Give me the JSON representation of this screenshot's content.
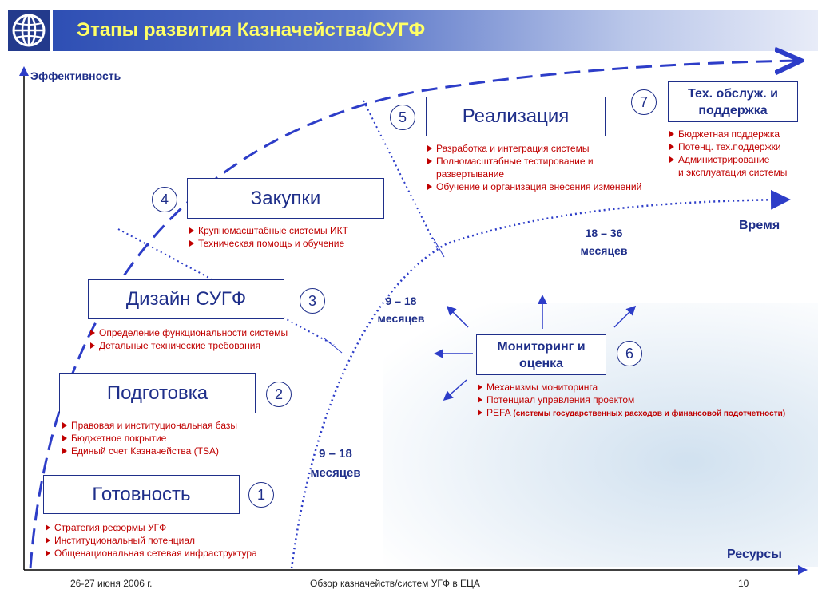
{
  "title": "Этапы развития Казначейства/СУГФ",
  "axes": {
    "y_label": "Эффективность",
    "x_label": "Ресурсы",
    "time_label": "Время"
  },
  "durations": {
    "d1": [
      "9 – 18",
      "месяцев"
    ],
    "d2": [
      "9 – 18",
      "месяцев"
    ],
    "d3": [
      "18 – 36",
      "месяцев"
    ]
  },
  "stages": [
    {
      "num": "1",
      "label": "Готовность",
      "bullets": [
        "Стратегия реформы УГФ",
        "Институциональный потенциал",
        "Общенациональная сетевая инфраструктура"
      ]
    },
    {
      "num": "2",
      "label": "Подготовка",
      "bullets": [
        "Правовая и институциональная базы",
        "Бюджетное покрытие",
        "Единый счет Казначейства (TSA)"
      ]
    },
    {
      "num": "3",
      "label": "Дизайн СУГФ",
      "bullets": [
        "Определение функциональности системы",
        "Детальные технические требования"
      ]
    },
    {
      "num": "4",
      "label": "Закупки",
      "bullets": [
        "Крупномасштабные системы ИКТ",
        "Техническая помощь и обучение"
      ]
    },
    {
      "num": "5",
      "label": "Реализация",
      "bullets": [
        "Разработка и интеграция системы",
        "Полномасштабные тестирование и",
        "развертывание",
        "Обучение и организация внесения изменений"
      ]
    },
    {
      "num": "6",
      "label_line1": "Мониторинг и",
      "label_line2": "оценка",
      "bullets": [
        "Механизмы мониторинга",
        "Потенциал управления проектом",
        "PEFA"
      ],
      "pefa_note": "(системы государственных расходов и финансовой подотчетности)"
    },
    {
      "num": "7",
      "label_line1": "Тех. обслуж. и",
      "label_line2": "поддержка",
      "bullets": [
        "Бюджетная поддержка",
        "Потенц. тех.поддержки",
        "Администрирование",
        "и эксплуатация системы"
      ]
    }
  ],
  "footer": {
    "date": "26-27 июня 2006 г.",
    "center": "Обзор казначейств/систем УГФ в ЕЦА",
    "page": "10"
  },
  "colors": {
    "primary": "#1f2f8a",
    "curve": "#2d3dc8",
    "bullet_text": "#c00000",
    "title_text": "#ffff66"
  }
}
